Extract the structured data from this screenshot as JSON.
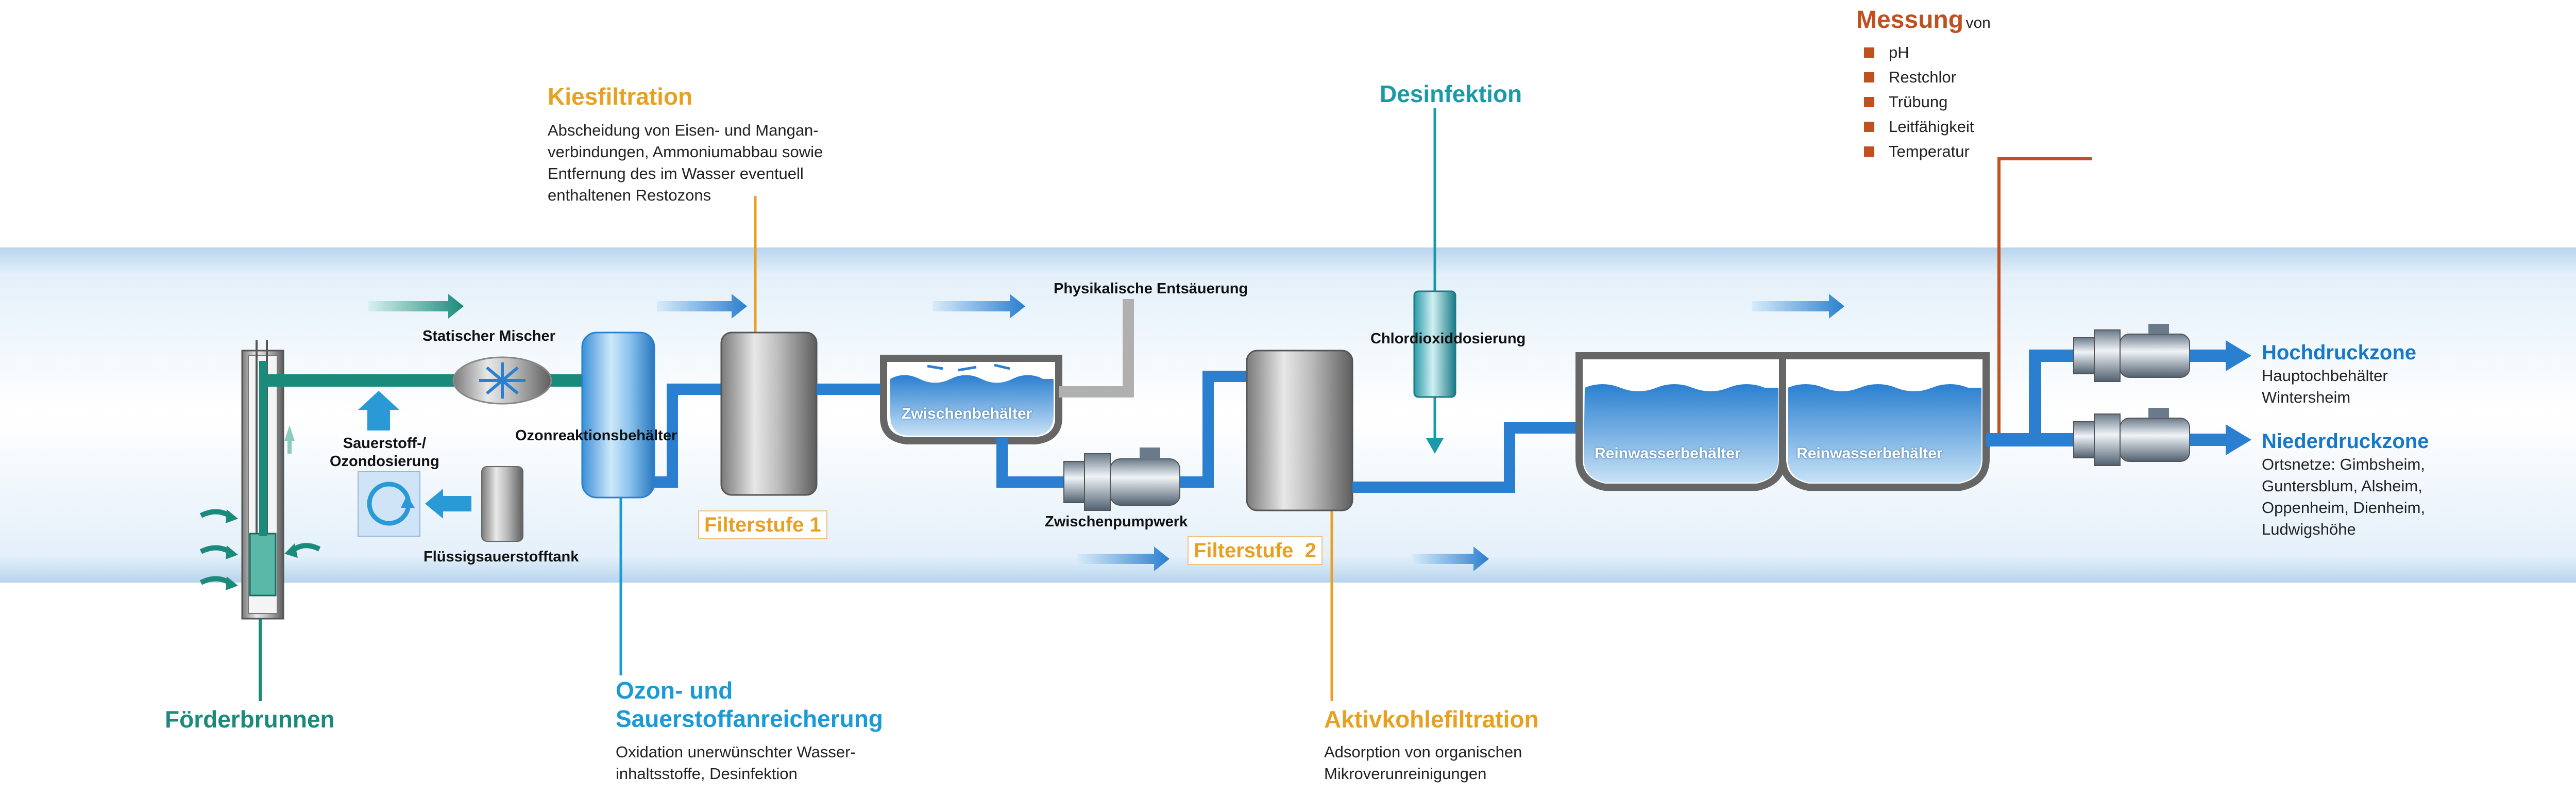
{
  "colors": {
    "band": "#d4e6f6",
    "pipe_blue": "#2a7fd0",
    "pipe_teal": "#1a8a7a",
    "orange": "#e8a020",
    "measure": "#c05020",
    "teal_title": "#1a9aa8"
  },
  "stages": {
    "kies": {
      "title": "Kiesfiltration",
      "lines": [
        "Abscheidung von Eisen- und Mangan-",
        "verbindungen, Ammoniumabbau sowie",
        "Entfernung des im Wasser eventuell",
        "enthaltenen Restozons"
      ]
    },
    "desinfektion": {
      "title": "Desinfektion"
    },
    "ozon": {
      "title_lines": [
        "Ozon- und",
        "Sauerstoffanreicherung"
      ],
      "lines": [
        "Oxidation unerwünschter Wasser-",
        "inhaltsstoffe, Desinfektion"
      ]
    },
    "aktivkohle": {
      "title": "Aktivkohlefiltration",
      "lines": [
        "Adsorption von organischen",
        "Mikroverunreinigungen"
      ]
    },
    "brunnen": {
      "title": "Förderbrunnen"
    }
  },
  "measurement": {
    "title": "Messung",
    "suffix": "von",
    "items": [
      "pH",
      "Restchlor",
      "Trübung",
      "Leitfähigkeit",
      "Temperatur"
    ]
  },
  "components": {
    "statischer_mischer": "Statischer Mischer",
    "ozonreaktionsbehaelter": "Ozonreaktionsbehälter",
    "sauerstoff_lines": [
      "Sauerstoff-/",
      "Ozondosierung"
    ],
    "fluessigsauerstofftank": "Flüssigsauerstofftank",
    "filterstufe1": "Filterstufe 1",
    "filterstufe2": "Filterstufe  2",
    "physikalische": "Physikalische Entsäuerung",
    "zwischenbehaelter": "Zwischenbehälter",
    "zwischenpumpwerk": "Zwischenpumpwerk",
    "chlordioxid": "Chlordioxiddosierung",
    "reinwasser1": "Reinwasserbehälter",
    "reinwasser2": "Reinwasserbehälter"
  },
  "outlets": {
    "hoch": {
      "title": "Hochdruckzone",
      "lines": [
        "Hauptochbehälter",
        "Wintersheim"
      ]
    },
    "nieder": {
      "title": "Niederdruckzone",
      "lines": [
        "Ortsnetze: Gimbsheim,",
        "Guntersblum, Alsheim,",
        "Oppenheim, Dienheim,",
        "Ludwigshöhe"
      ]
    }
  }
}
